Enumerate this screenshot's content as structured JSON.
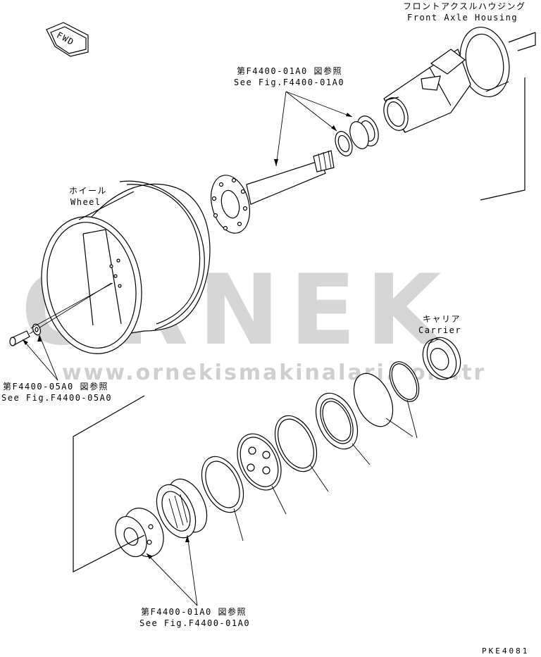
{
  "diagram": {
    "fwd_label": "FWD",
    "housing": {
      "jp": "フロントアクスルハウジング",
      "en": "Front Axle Housing"
    },
    "ref_top": {
      "jp": "第F4400-01A0 図参照",
      "en": "See Fig.F4400-01A0"
    },
    "wheel": {
      "jp": "ホイール",
      "en": "Wheel"
    },
    "carrier": {
      "jp": "キャリア",
      "en": "Carrier"
    },
    "ref_left": {
      "jp": "第F4400-05A0 図参照",
      "en": "See Fig.F4400-05A0"
    },
    "ref_bottom": {
      "jp": "第F4400-01A0 図参照",
      "en": "See Fig.F4400-01A0"
    },
    "code": "PKE4081"
  },
  "watermark": {
    "brand": "ORNEK",
    "url": "www.ornekismakinalari.com.tr"
  }
}
